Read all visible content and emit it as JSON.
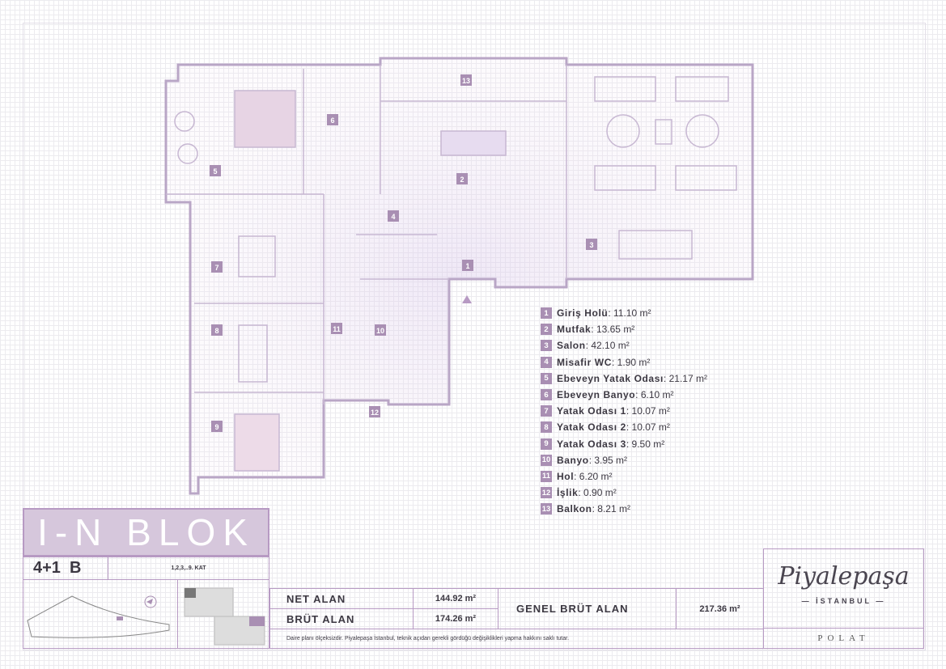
{
  "rooms": [
    {
      "no": "1",
      "name": "Giriş Holü",
      "area": ": 11.10 m²"
    },
    {
      "no": "2",
      "name": "Mutfak",
      "area": ": 13.65 m²"
    },
    {
      "no": "3",
      "name": "Salon",
      "area": ": 42.10 m²"
    },
    {
      "no": "4",
      "name": "Misafir WC",
      "area": ": 1.90 m²"
    },
    {
      "no": "5",
      "name": "Ebeveyn Yatak Odası",
      "area": ": 21.17 m²"
    },
    {
      "no": "6",
      "name": "Ebeveyn Banyo",
      "area": ": 6.10 m²"
    },
    {
      "no": "7",
      "name": "Yatak Odası 1",
      "area": ": 10.07 m²"
    },
    {
      "no": "8",
      "name": "Yatak Odası 2",
      "area": ": 10.07 m²"
    },
    {
      "no": "9",
      "name": "Yatak Odası 3",
      "area": ": 9.50 m²"
    },
    {
      "no": "10",
      "name": "Banyo",
      "area": ": 3.95 m²"
    },
    {
      "no": "11",
      "name": "Hol",
      "area": ": 6.20 m²"
    },
    {
      "no": "12",
      "name": "İşlik",
      "area": ": 0.90 m²"
    },
    {
      "no": "13",
      "name": "Balkon",
      "area": ": 8.21 m²"
    }
  ],
  "block": {
    "title": "I-N BLOK",
    "type": "4+1  B",
    "floors": "1,2,3,..9. KAT"
  },
  "areas": {
    "net_label": "NET ALAN",
    "net_value": "144.92 m²",
    "gross_label": "BRÜT ALAN",
    "gross_value": "174.26 m²",
    "total_label": "GENEL BRÜT ALAN",
    "total_value": "217.36 m²"
  },
  "note": "Daire planı ölçeksizdir. Piyalepaşa İstanbul, teknik açıdan gerekli gördüğü değişiklikleri yapma hakkını saklı tutar.",
  "brand": {
    "logo": "Piyalepaşa",
    "sub": "İSTANBUL",
    "company": "POLAT"
  },
  "colors": {
    "accent": "#b79ac3",
    "badge": "#a98fb3"
  }
}
